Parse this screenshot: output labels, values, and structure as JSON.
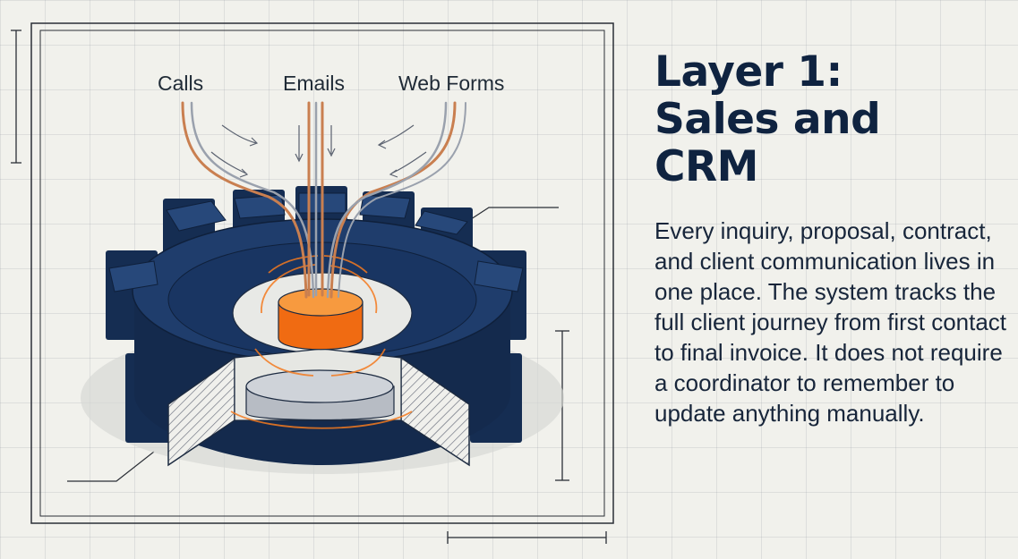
{
  "diagram": {
    "sources": [
      "Calls",
      "Emails",
      "Web Forms"
    ],
    "icons": [
      "gear-icon",
      "core-cylinder-icon"
    ],
    "colors": {
      "gear": "#1f3d6c",
      "core": "#f47a1f",
      "wires": "#c97f50",
      "background": "#f1f1ec"
    }
  },
  "panel": {
    "heading_lines": [
      "Layer 1:",
      "Sales and",
      "CRM"
    ],
    "body": "Every inquiry, proposal, contract, and client communication lives in one place. The system tracks the full client journey from first contact to final invoice. It does not require a coordinator to remember to update anything manually."
  }
}
